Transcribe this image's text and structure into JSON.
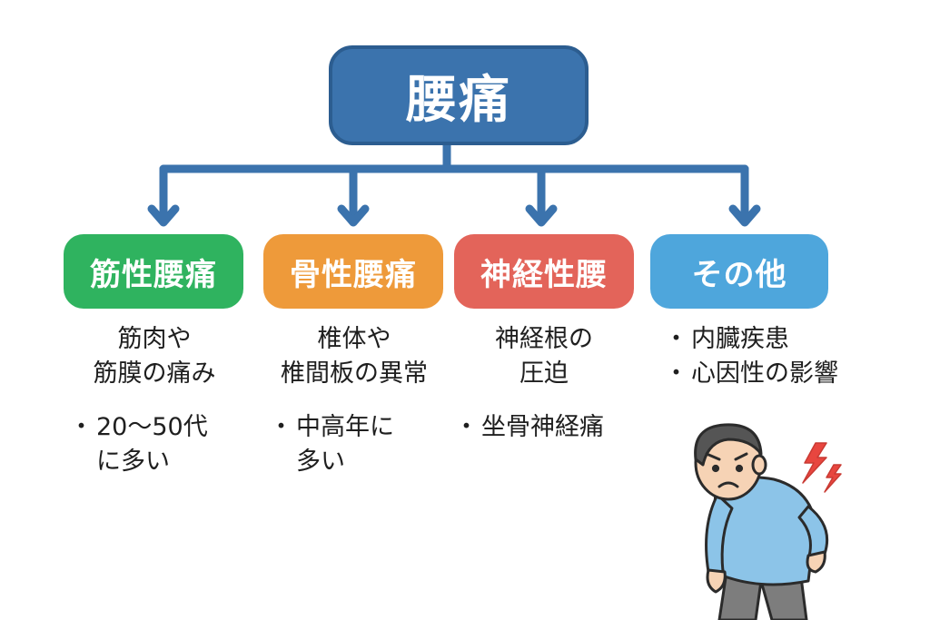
{
  "root": {
    "label": "腰痛"
  },
  "categories": [
    {
      "label": "筋性腰痛",
      "color": "#2fb35f",
      "description": [
        "筋肉や",
        "筋膜の痛み"
      ],
      "bullet": [
        "20〜50代",
        "に多い"
      ]
    },
    {
      "label": "骨性腰痛",
      "color": "#ee9a3a",
      "description": [
        "椎体や",
        "椎間板の異常"
      ],
      "bullet": [
        "中高年に",
        "多い"
      ]
    },
    {
      "label": "神経性腰",
      "color": "#e3645a",
      "description": [
        "神経根の",
        "圧迫"
      ],
      "bullet": [
        "坐骨神経痛"
      ]
    },
    {
      "label": "その他",
      "color": "#4ea6dc",
      "bullets": [
        "内臓疾患",
        "心因性の影響"
      ]
    }
  ],
  "colors": {
    "root": "#3b73ad",
    "connector": "#3b73ad"
  },
  "illustration": {
    "icon": "man-holding-back-in-pain",
    "pain_mark": "lightning-bolt-icon"
  }
}
